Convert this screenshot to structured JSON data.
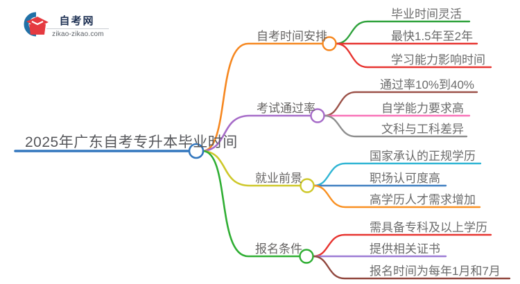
{
  "logo": {
    "site_name": "自考网",
    "site_url": "zikao-zikao.com",
    "icon_blue": "#2171a7",
    "icon_red": "#e53a40",
    "name_color": "#1c2f52"
  },
  "mindmap": {
    "root": {
      "label": "2025年广东自考专升本毕业时间",
      "color": "#3377be"
    },
    "branches": [
      {
        "label": "自考时间安排",
        "color": "#f6871f",
        "children": [
          {
            "label": "毕业时间灵活",
            "color": "#2fa23c"
          },
          {
            "label": "最快1.5年至2年",
            "color": "#e73430"
          },
          {
            "label": "学习能力影响时间",
            "color": "#e73430"
          }
        ]
      },
      {
        "label": "考试通过率",
        "color": "#a66bc8",
        "children": [
          {
            "label": "通过率10%到40%",
            "color": "#9b5148"
          },
          {
            "label": "自学能力要求高",
            "color": "#f972b8"
          },
          {
            "label": "文科与工科差异",
            "color": "#8e8e8e"
          }
        ]
      },
      {
        "label": "就业前景",
        "color": "#cec82a",
        "children": [
          {
            "label": "国家承认的正规学历",
            "color": "#30b5d4"
          },
          {
            "label": "职场认可度高",
            "color": "#3f7fc1"
          },
          {
            "label": "高学历人才需求增加",
            "color": "#f99021"
          }
        ]
      },
      {
        "label": "报名条件",
        "color": "#2fae33",
        "children": [
          {
            "label": "需具备专科及以上学历",
            "color": "#e73430"
          },
          {
            "label": "提供相关证书",
            "color": "#9c7bd4"
          },
          {
            "label": "报名时间为每年1月和7月",
            "color": "#91473e"
          }
        ]
      }
    ]
  }
}
